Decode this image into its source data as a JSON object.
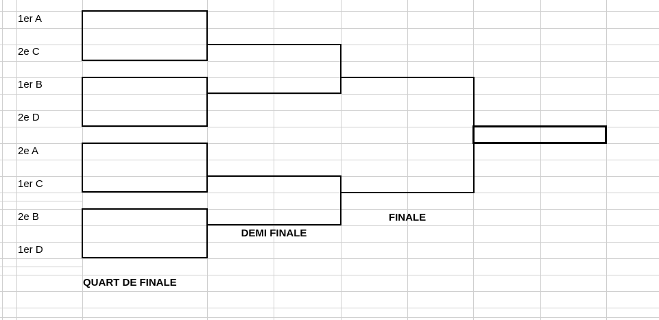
{
  "sheet": {
    "kind": "spreadsheet-tournament-bracket"
  },
  "round_labels": {
    "quarterfinal": "QUART DE FINALE",
    "semifinal": "DEMI FINALE",
    "final": "FINALE"
  },
  "matches": {
    "quarterfinals": [
      {
        "top": "1er A",
        "bottom": "2e C"
      },
      {
        "top": "1er B",
        "bottom": "2e D"
      },
      {
        "top": "2e A",
        "bottom": "1er C"
      },
      {
        "top": "2e B",
        "bottom": "1er D"
      }
    ],
    "semifinals": [
      {
        "top": "",
        "bottom": ""
      },
      {
        "top": "",
        "bottom": ""
      }
    ],
    "final": {
      "top": "",
      "bottom": ""
    },
    "winner": ""
  },
  "colors": {
    "background": "#ffffff",
    "grid_line": "#cfcfcf",
    "bracket_line": "#000000",
    "text": "#000000"
  }
}
